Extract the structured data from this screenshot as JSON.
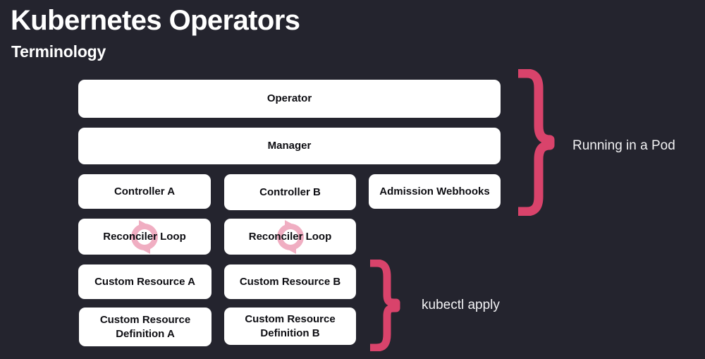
{
  "slide": {
    "title": "Kubernetes Operators",
    "subtitle": "Terminology",
    "background_color": "#24242e",
    "box_color": "#ffffff",
    "box_text_color": "#0d0d12",
    "accent_color": "#d9436b",
    "loop_icon_color": "#f0aec2"
  },
  "boxes": [
    {
      "label": "Operator",
      "icon": "none"
    },
    {
      "label": "Manager",
      "icon": "none"
    },
    {
      "label": "Controller A",
      "icon": "none"
    },
    {
      "label": "Controller B",
      "icon": "none"
    },
    {
      "label": "Admission Webhooks",
      "icon": "none"
    },
    {
      "label": "Reconciler Loop",
      "icon": "loop-icon"
    },
    {
      "label": "Reconciler Loop",
      "icon": "loop-icon"
    },
    {
      "label": "Custom Resource A",
      "icon": "none"
    },
    {
      "label": "Custom Resource B",
      "icon": "none"
    },
    {
      "label_line1": "Custom Resource",
      "label_line2": "Definition A",
      "icon": "none"
    },
    {
      "label_line1": "Custom Resource",
      "label_line2": "Definition B",
      "icon": "none"
    }
  ],
  "annotations": [
    {
      "brace": "curly-brace-right",
      "label": "Running in a Pod"
    },
    {
      "brace": "curly-brace-right",
      "label": "kubectl apply"
    }
  ]
}
